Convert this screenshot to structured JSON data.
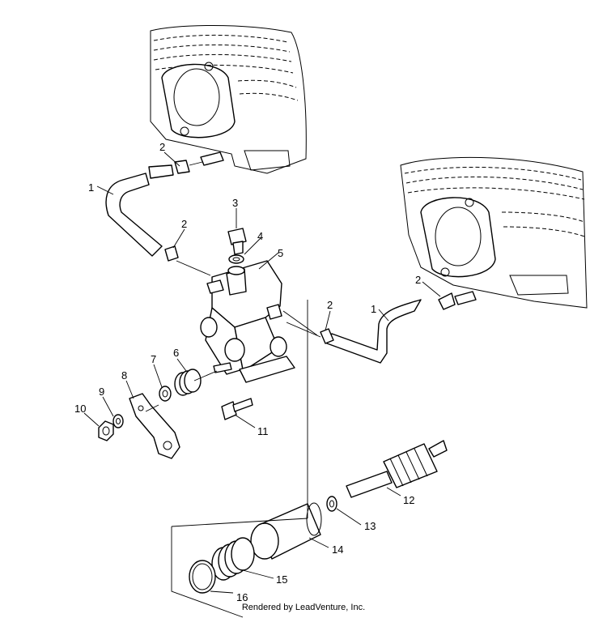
{
  "diagram": {
    "callouts": [
      {
        "id": "c1a",
        "label": "1"
      },
      {
        "id": "c2a",
        "label": "2"
      },
      {
        "id": "c2b",
        "label": "2"
      },
      {
        "id": "c3",
        "label": "3"
      },
      {
        "id": "c4",
        "label": "4"
      },
      {
        "id": "c5",
        "label": "5"
      },
      {
        "id": "c2c",
        "label": "2"
      },
      {
        "id": "c1b",
        "label": "1"
      },
      {
        "id": "c2d",
        "label": "2"
      },
      {
        "id": "c6",
        "label": "6"
      },
      {
        "id": "c7",
        "label": "7"
      },
      {
        "id": "c8",
        "label": "8"
      },
      {
        "id": "c9",
        "label": "9"
      },
      {
        "id": "c10",
        "label": "10"
      },
      {
        "id": "c11",
        "label": "11"
      },
      {
        "id": "c12",
        "label": "12"
      },
      {
        "id": "c13",
        "label": "13"
      },
      {
        "id": "c14",
        "label": "14"
      },
      {
        "id": "c15",
        "label": "15"
      },
      {
        "id": "c16",
        "label": "16"
      }
    ]
  },
  "footer": {
    "text": "Rendered by LeadVenture, Inc."
  }
}
